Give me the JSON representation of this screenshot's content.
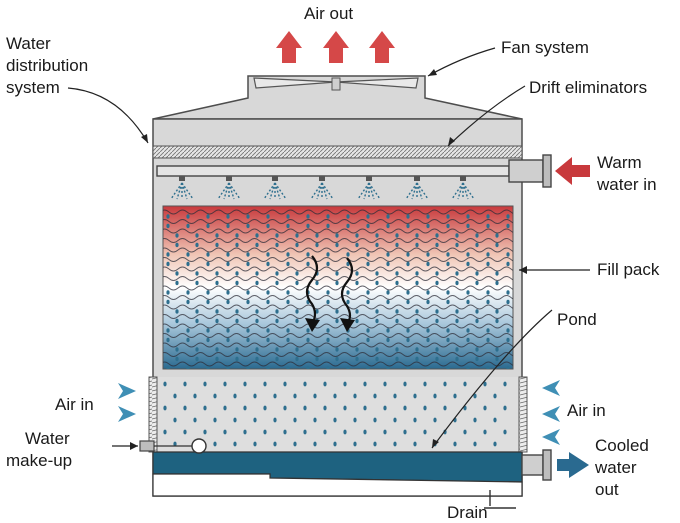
{
  "labels": {
    "air_out": "Air out",
    "fan_system": "Fan system",
    "water_distribution": [
      "Water",
      "distribution",
      "system"
    ],
    "drift_eliminators": "Drift eliminators",
    "warm_water_in": [
      "Warm",
      "water in"
    ],
    "fill_pack": "Fill pack",
    "pond": "Pond",
    "air_in_left": "Air in",
    "air_in_right": "Air in",
    "water_makeup": [
      "Water",
      "make-up"
    ],
    "cooled_water_out": [
      "Cooled",
      "water",
      "out"
    ],
    "drain": "Drain"
  },
  "colors": {
    "casing": "#d8d8d8",
    "casing_stroke": "#4d4d4d",
    "hot": "#c8393c",
    "cold": "#2a6a90",
    "water": "#1e6280",
    "drop": "#2e6f8e",
    "air_hot": "#d54848",
    "air_cold": "#3f8fb5"
  },
  "icons": {
    "air_out": "up-arrow-icon",
    "warm_in": "left-arrow-icon",
    "air_in": "right-arrow-icon",
    "cooled_out": "right-arrow-icon",
    "fan": "fan-blade-icon",
    "nozzle": "spray-nozzle-icon",
    "float_valve": "float-ball-icon"
  }
}
